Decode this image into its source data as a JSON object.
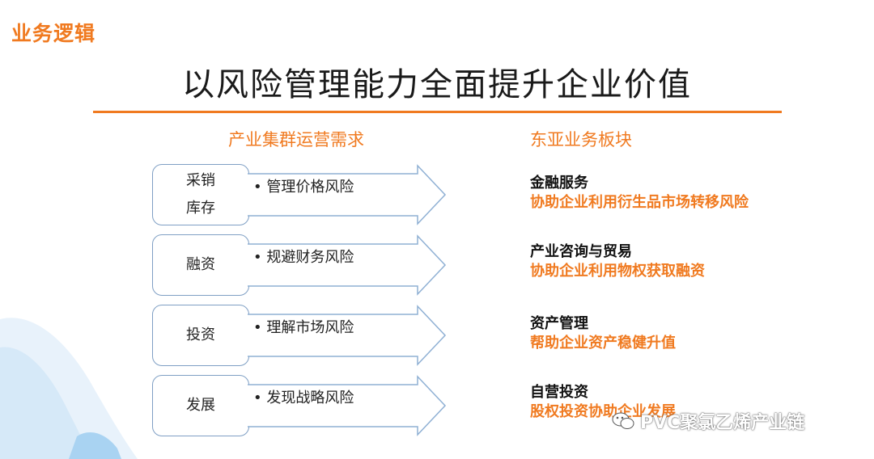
{
  "section_label": "业务逻辑",
  "main_title": "以风险管理能力全面提升企业价值",
  "left_header": "产业集群运营需求",
  "right_header": "东亚业务板块",
  "rows": [
    {
      "stage": "采销\n库存",
      "risk": "• 管理价格风险",
      "biz_title": "金融服务",
      "biz_desc": "协助企业利用衍生品市场转移风险"
    },
    {
      "stage": "融资",
      "risk": "• 规避财务风险",
      "biz_title": "产业咨询与贸易",
      "biz_desc": "协助企业利用物权获取融资"
    },
    {
      "stage": "投资",
      "risk": "• 理解市场风险",
      "biz_title": "资产管理",
      "biz_desc": "帮助企业资产稳健升值"
    },
    {
      "stage": "发展",
      "risk": "• 发现战略风险",
      "biz_title": "自营投资",
      "biz_desc": "股权投资协助企业发展"
    }
  ],
  "watermark": "PVC聚氯乙烯产业链",
  "colors": {
    "accent": "#f07a20",
    "box_border": "#7f9fc4",
    "arrow_stroke": "#8fb0d4"
  }
}
